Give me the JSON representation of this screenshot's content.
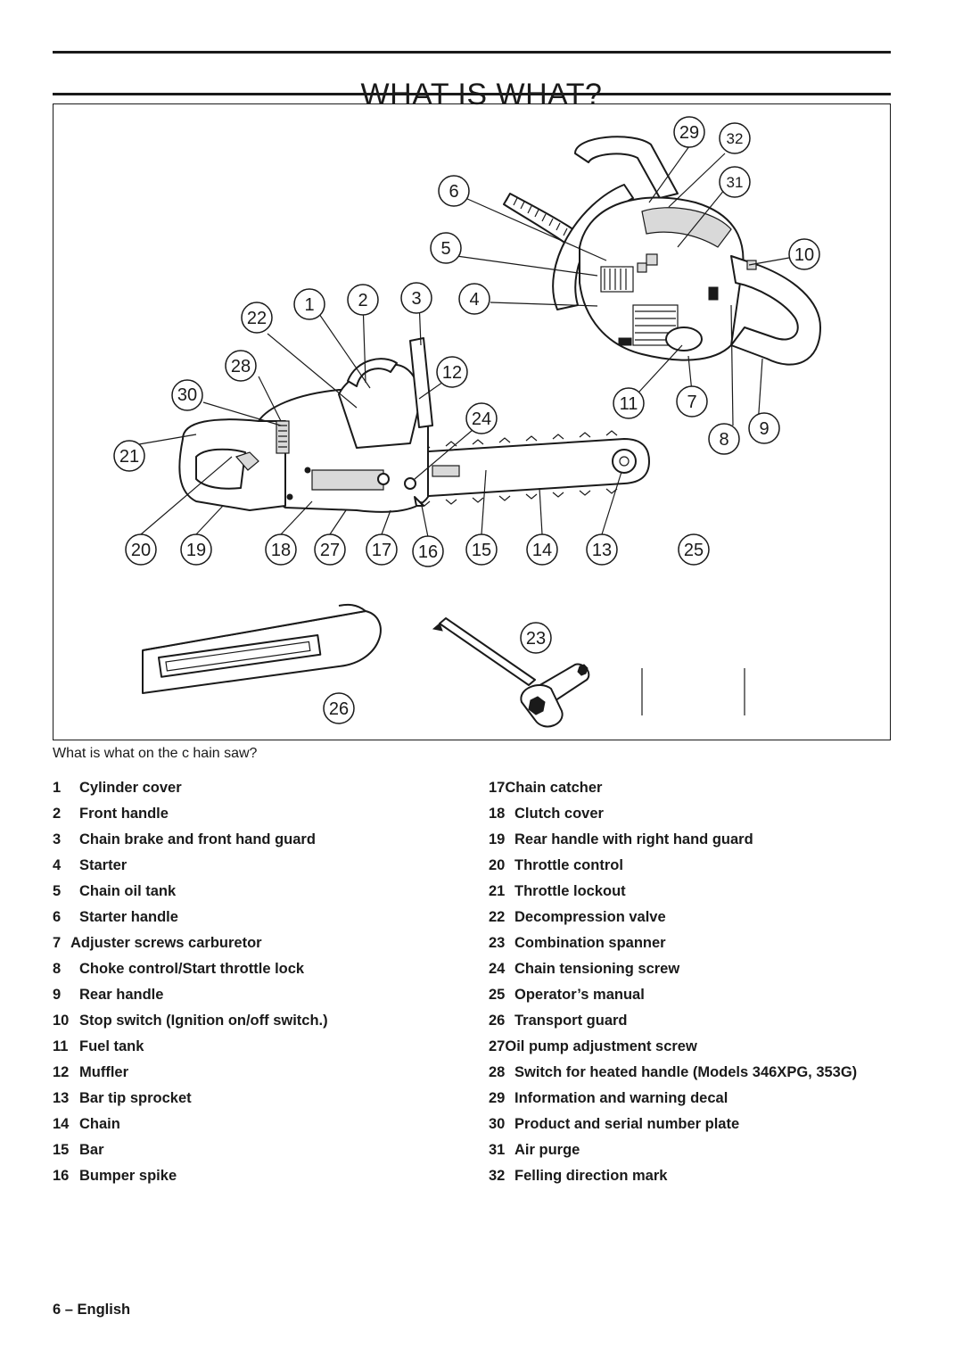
{
  "page": {
    "title": "WHAT IS WHAT?",
    "caption": "What is what on the c  hain saw?",
    "footer": "6 – English"
  },
  "figure": {
    "callouts": [
      "1",
      "2",
      "3",
      "4",
      "5",
      "6",
      "7",
      "8",
      "9",
      "10",
      "11",
      "12",
      "13",
      "14",
      "15",
      "16",
      "17",
      "18",
      "19",
      "20",
      "21",
      "22",
      "23",
      "24",
      "25",
      "26",
      "27",
      "28",
      "29",
      "30",
      "31",
      "32"
    ]
  },
  "legend": {
    "left": [
      {
        "num": "1",
        "label": "Cylinder cover"
      },
      {
        "num": "2",
        "label": "Front handle"
      },
      {
        "num": "3",
        "label": "Chain brake and front hand guard"
      },
      {
        "num": "4",
        "label": "Starter"
      },
      {
        "num": "5",
        "label": "Chain oil tank"
      },
      {
        "num": "6",
        "label": "Starter handle"
      },
      {
        "num": "7",
        "label": "Adjuster screws carburetor"
      },
      {
        "num": "8",
        "label": "Choke control/Start throttle lock"
      },
      {
        "num": "9",
        "label": "Rear handle"
      },
      {
        "num": "10",
        "label": "Stop switch (Ignition on/off switch.)"
      },
      {
        "num": "11",
        "label": "Fuel tank"
      },
      {
        "num": "12",
        "label": "Muffler"
      },
      {
        "num": "13",
        "label": "Bar tip sprocket"
      },
      {
        "num": "14",
        "label": "Chain"
      },
      {
        "num": "15",
        "label": "Bar"
      },
      {
        "num": "16",
        "label": "Bumper spike"
      }
    ],
    "right": [
      {
        "num": "17",
        "label": "Chain catcher"
      },
      {
        "num": "18",
        "label": "Clutch cover"
      },
      {
        "num": "19",
        "label": "Rear handle with right hand guard"
      },
      {
        "num": "20",
        "label": "Throttle control"
      },
      {
        "num": "21",
        "label": "Throttle lockout"
      },
      {
        "num": "22",
        "label": "Decompression valve"
      },
      {
        "num": "23",
        "label": "Combination spanner"
      },
      {
        "num": "24",
        "label": "Chain tensioning screw"
      },
      {
        "num": "25",
        "label": "Operator’s manual"
      },
      {
        "num": "26",
        "label": "Transport guard"
      },
      {
        "num": "27",
        "label": "Oil pump adjustment screw"
      },
      {
        "num": "28",
        "label": "Switch for heated handle (Models 346XPG, 353G)"
      },
      {
        "num": "29",
        "label": "Information and warning decal"
      },
      {
        "num": "30",
        "label": "Product and serial number plate"
      },
      {
        "num": "31",
        "label": "Air purge"
      },
      {
        "num": "32",
        "label": "Felling direction mark"
      }
    ]
  }
}
